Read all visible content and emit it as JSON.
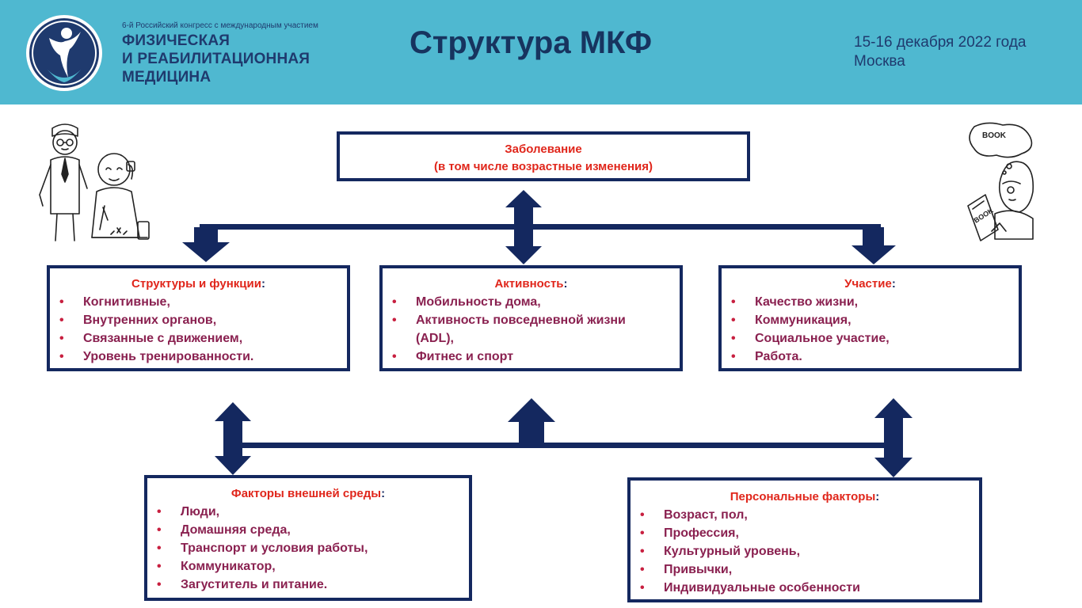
{
  "header": {
    "congress_subtitle": "6-й Российский конгресс с международным участием",
    "congress_name_lines": [
      "ФИЗИЧЕСКАЯ",
      "И РЕАБИЛИТАЦИОННАЯ",
      "МЕДИЦИНА"
    ],
    "title": "Структура МКФ",
    "date": "15-16 декабря 2022 года",
    "city": "Москва"
  },
  "diagram": {
    "disease": {
      "line1": "Заболевание",
      "line2": "(в том числе возрастные изменения)"
    },
    "structures": {
      "title": "Структуры и функции",
      "colon": ":",
      "items": [
        "Когнитивные,",
        "Внутренних органов,",
        "Связанные с движением,",
        "Уровень тренированности."
      ]
    },
    "activity": {
      "title": "Активность",
      "colon": ":",
      "items": [
        "Мобильность дома,",
        "Активность повседневной жизни",
        "(ADL),",
        "Фитнес и спорт"
      ]
    },
    "participation": {
      "title": "Участие",
      "colon": ":",
      "items": [
        "Качество жизни,",
        "Коммуникация,",
        "Социальное участие,",
        "Работа."
      ]
    },
    "environment": {
      "title": "Факторы внешней среды",
      "colon": ":",
      "items": [
        "Люди,",
        "Домашняя среда,",
        "Транспорт и условия работы,",
        "Коммуникатор,",
        "Загуститель и питание."
      ]
    },
    "personal": {
      "title": "Персональные факторы",
      "colon": ":",
      "items": [
        "Возраст, пол,",
        "Профессия,",
        "Культурный уровень,",
        "Привычки,",
        "Индивидуальные особенности"
      ]
    },
    "bullet_char": "•"
  },
  "illustrations": {
    "book_bubble": "BOOK",
    "book_cover": "BOOK"
  },
  "colors": {
    "header_bg": "#4fb8d0",
    "navy": "#14285f",
    "title_red": "#e0261b",
    "item_maroon": "#8a2150"
  }
}
